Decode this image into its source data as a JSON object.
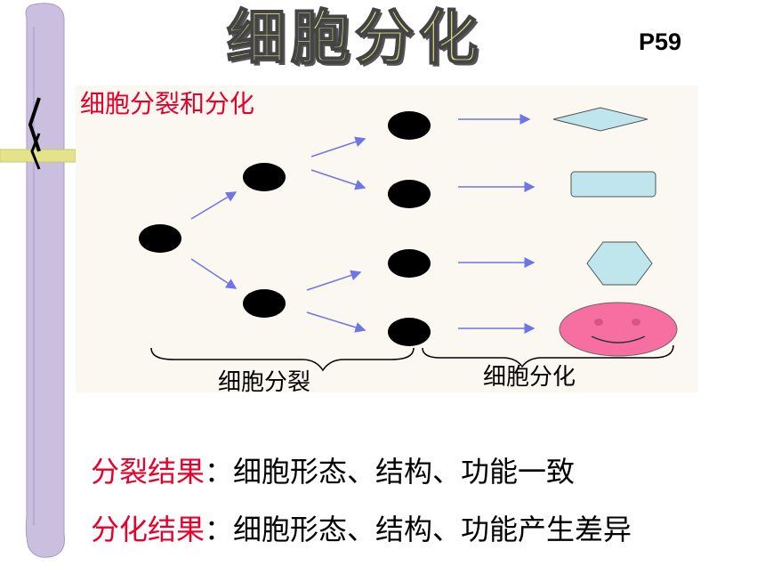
{
  "title": "细胞分化",
  "page_ref": "P59",
  "diagram": {
    "heading": "细胞分裂和分化",
    "division_label": "细胞分裂",
    "differentiation_label": "细胞分化"
  },
  "results": [
    {
      "label": "分裂结果",
      "colon": "：",
      "text": "细胞形态、结构、功能一致"
    },
    {
      "label": "分化结果",
      "colon": "：",
      "text": "细胞形态、结构、功能产生差异"
    }
  ],
  "colors": {
    "label_red": "#e8002a",
    "sidebar_purple": "#cbbfe0",
    "arrow_blue": "#6f74e6",
    "shape_fill": "#bfe6ec",
    "smiley_fill": "#f76fa0",
    "diagram_bg": "#fbf7f1"
  }
}
